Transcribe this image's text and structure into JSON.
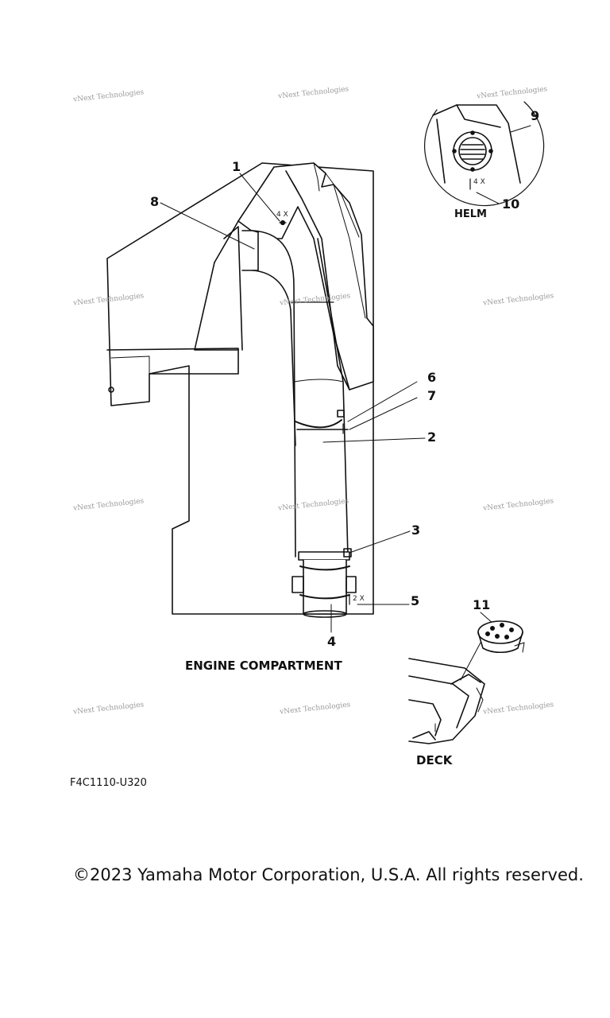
{
  "callouts": [
    "1",
    "2",
    "3",
    "4",
    "5",
    "6",
    "7",
    "8",
    "9",
    "10",
    "11"
  ],
  "labels": {
    "helm": "HELM",
    "engine_compartment": "ENGINE COMPARTMENT",
    "deck": "DECK"
  },
  "quantities": {
    "q1": "4 X",
    "q5": "2 X",
    "q10": "4 X"
  },
  "watermark": "vNext Technologies",
  "part_code": "F4C1110-U320",
  "copyright": "©2023 Yamaha Motor Corporation, U.S.A. All rights reserved."
}
